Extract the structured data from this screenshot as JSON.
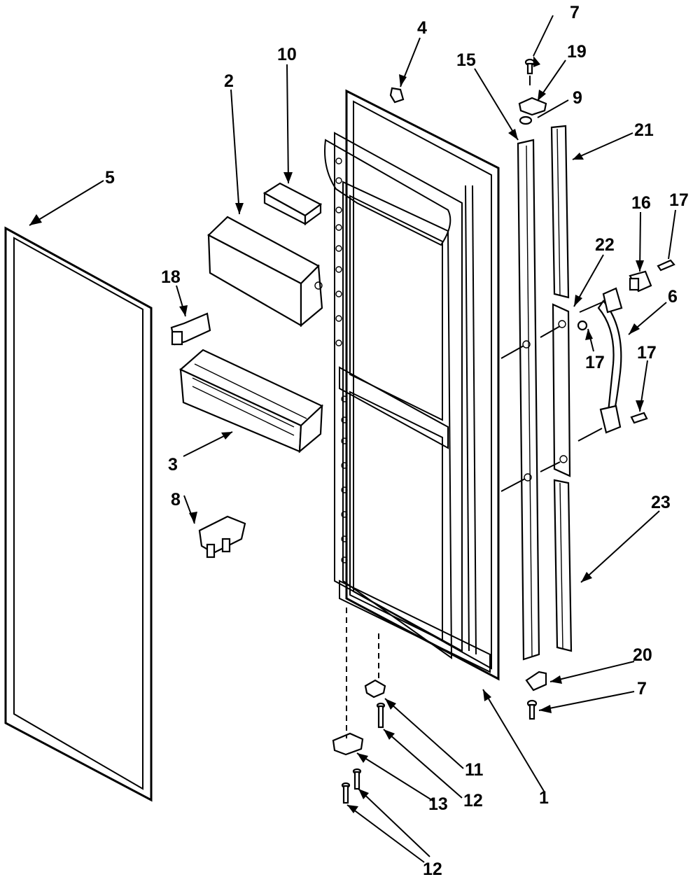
{
  "callouts": [
    {
      "id": "c-5",
      "label": "5"
    },
    {
      "id": "c-2",
      "label": "2"
    },
    {
      "id": "c-10",
      "label": "10"
    },
    {
      "id": "c-4",
      "label": "4"
    },
    {
      "id": "c-15",
      "label": "15"
    },
    {
      "id": "c-7-top",
      "label": "7"
    },
    {
      "id": "c-19",
      "label": "19"
    },
    {
      "id": "c-9",
      "label": "9"
    },
    {
      "id": "c-21",
      "label": "21"
    },
    {
      "id": "c-16",
      "label": "16"
    },
    {
      "id": "c-17-top",
      "label": "17"
    },
    {
      "id": "c-22",
      "label": "22"
    },
    {
      "id": "c-6",
      "label": "6"
    },
    {
      "id": "c-17-mid",
      "label": "17"
    },
    {
      "id": "c-17-right",
      "label": "17"
    },
    {
      "id": "c-18",
      "label": "18"
    },
    {
      "id": "c-3",
      "label": "3"
    },
    {
      "id": "c-8",
      "label": "8"
    },
    {
      "id": "c-23",
      "label": "23"
    },
    {
      "id": "c-20",
      "label": "20"
    },
    {
      "id": "c-7-bottom",
      "label": "7"
    },
    {
      "id": "c-11",
      "label": "11"
    },
    {
      "id": "c-12-mid",
      "label": "12"
    },
    {
      "id": "c-13",
      "label": "13"
    },
    {
      "id": "c-1",
      "label": "1"
    },
    {
      "id": "c-12-bottom",
      "label": "12"
    }
  ]
}
